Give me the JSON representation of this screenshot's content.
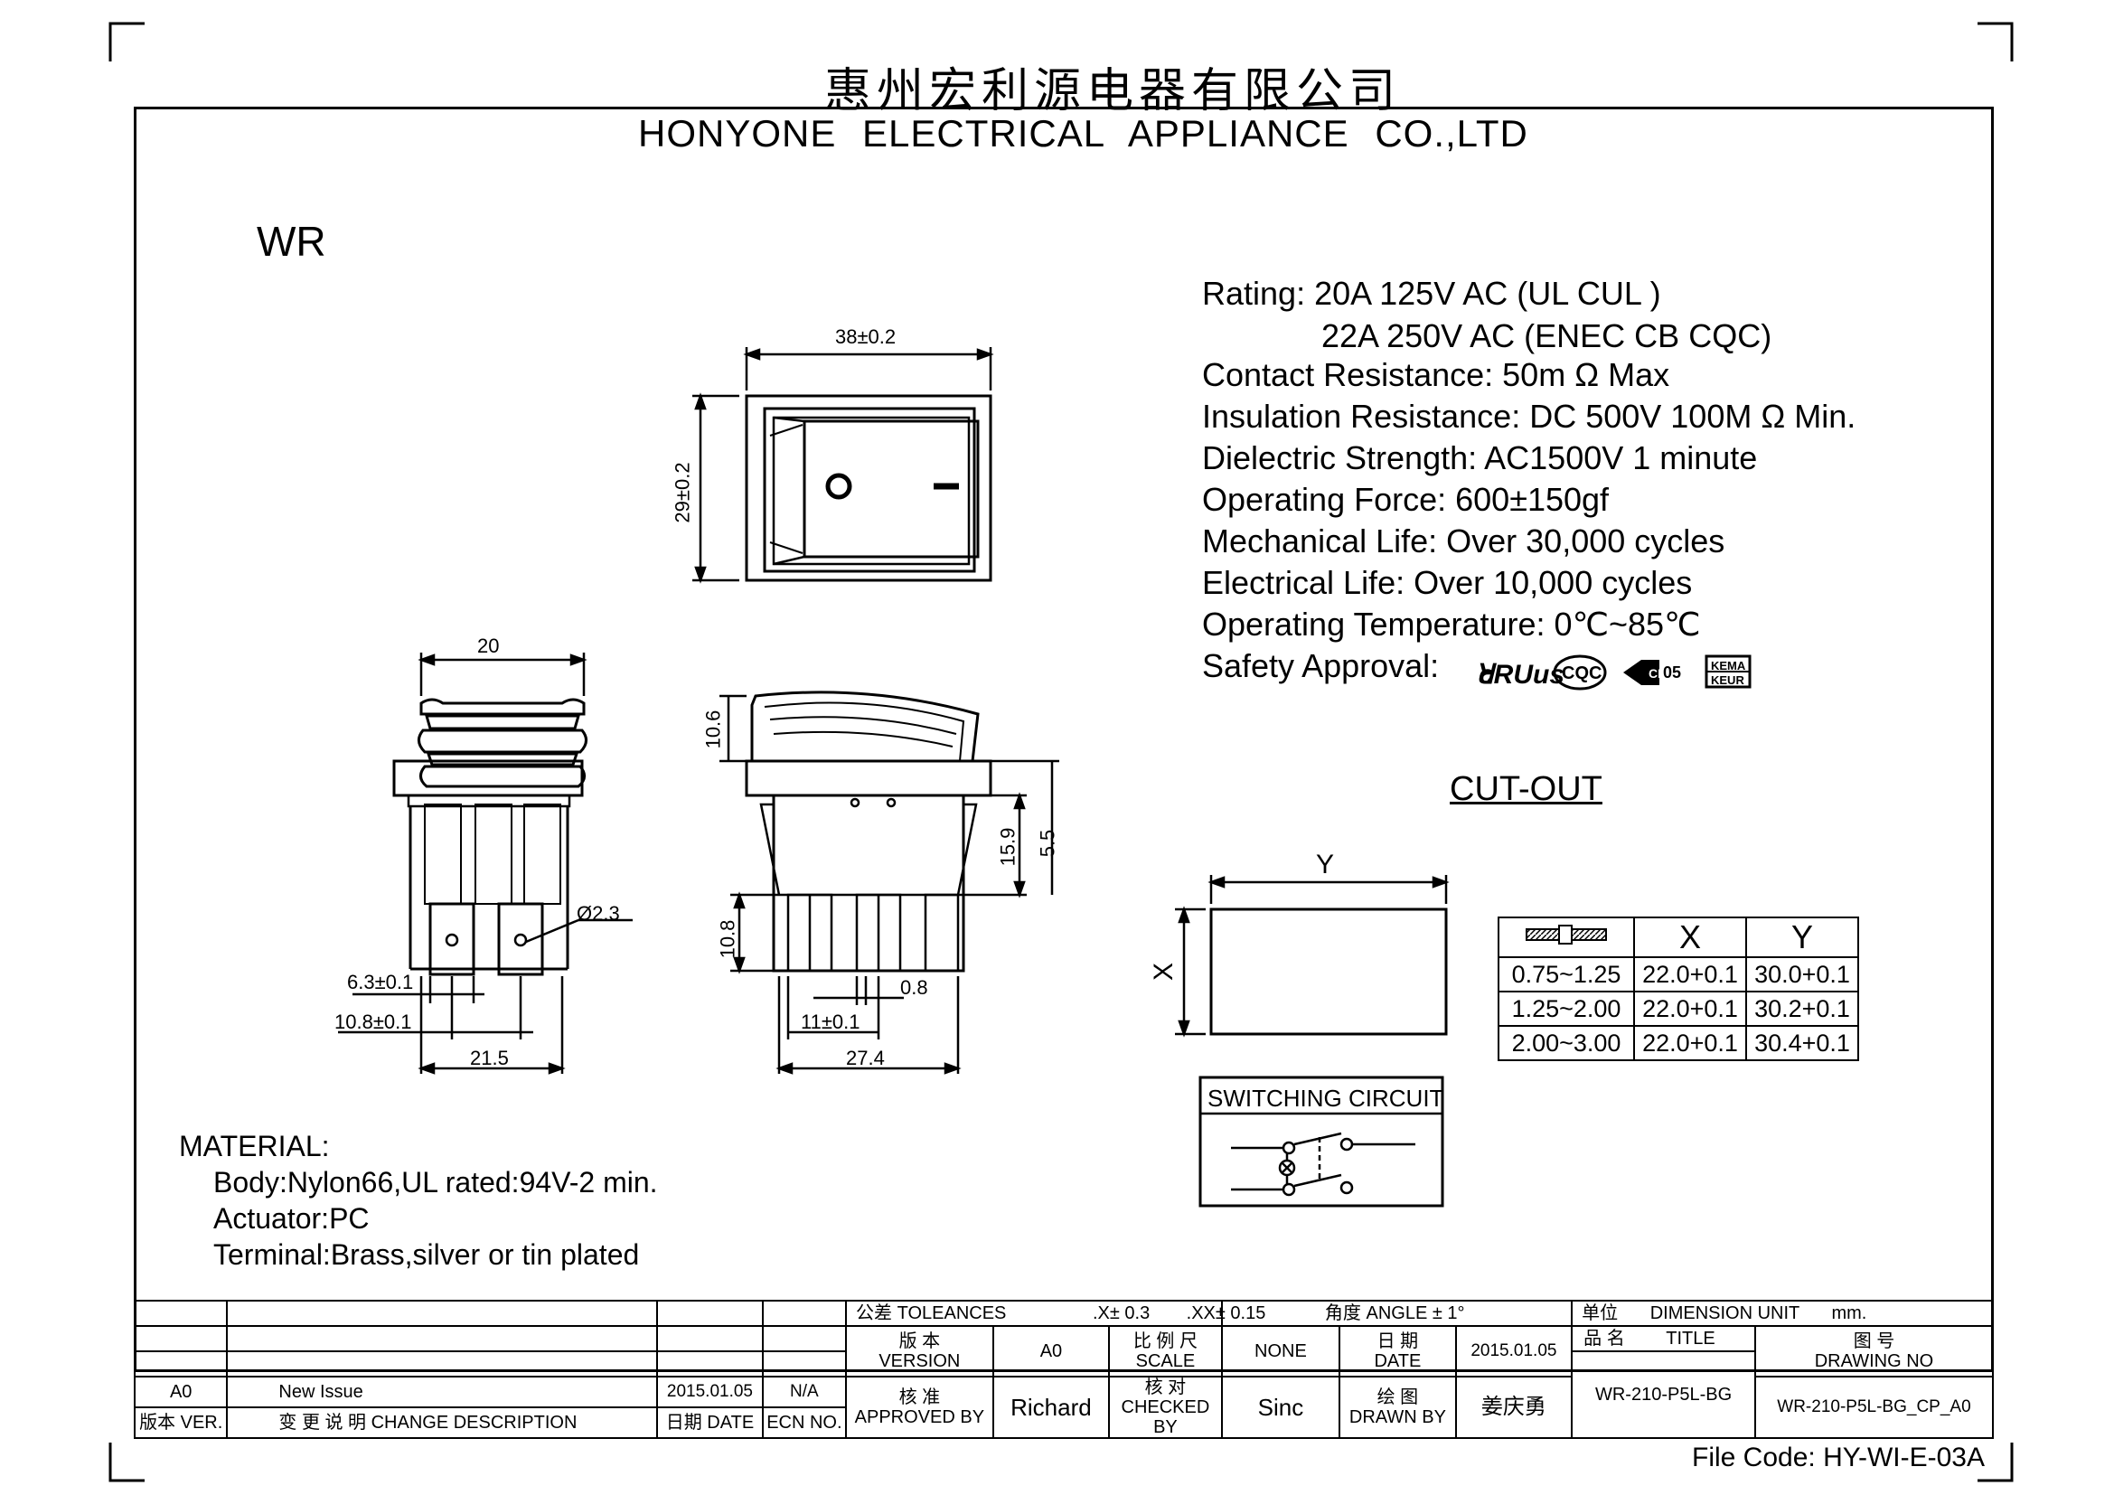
{
  "header": {
    "company_cn": "惠州宏利源电器有限公司",
    "company_en": "HONYONE ELECTRICAL APPLIANCE CO.,LTD",
    "series": "WR"
  },
  "specs": [
    "Rating: 20A 125V AC (UL  CUL  )",
    "22A 250V AC (ENEC CB CQC)",
    "Contact Resistance: 50m Ω Max",
    "Insulation Resistance: DC 500V 100M Ω  Min.",
    "Dielectric Strength: AC1500V 1 minute",
    "Operating Force: 600±150gf",
    "Mechanical Life: Over 30,000 cycles",
    "Electrical Life: Over 10,000 cycles",
    "Operating Temperature: 0℃~85℃",
    "Safety Approval:"
  ],
  "approval_marks": [
    "cULus-mark",
    "CQC-mark",
    "CE-mark",
    "KEMA-KEUR-mark"
  ],
  "approval_text": {
    "ul": "cRUus",
    "cqc": "CQC",
    "ce": "05",
    "kema_top": "KEMA",
    "kema_bottom": "KEUR"
  },
  "dimensions": {
    "front_width": "38±0.2",
    "front_height": "29±0.2",
    "side_width_top": "20",
    "terminal_hole": "Ø2.3",
    "terminal_width": "6.3±0.1",
    "terminal_pitch": "10.8±0.1",
    "side_base": "21.5",
    "rocker_height": "10.6",
    "body_height": "15.9",
    "clip_height": "5.5",
    "terminal_length": "10.8",
    "terminal_thickness": "0.8",
    "terminal_spacing": "11±0.1",
    "body_width": "27.4"
  },
  "cutout": {
    "title": "CUT-OUT",
    "label_x": "X",
    "label_y": "Y",
    "table_headers": [
      "X",
      "Y"
    ],
    "rows": [
      [
        "0.75~1.25",
        "22.0+0.1",
        "30.0+0.1"
      ],
      [
        "1.25~2.00",
        "22.0+0.1",
        "30.2+0.1"
      ],
      [
        "2.00~3.00",
        "22.0+0.1",
        "30.4+0.1"
      ]
    ]
  },
  "circuit": {
    "title": "SWITCHING CIRCUIT"
  },
  "material": {
    "title": "MATERIAL:",
    "lines": [
      "Body:Nylon66,UL rated:94V-2 min.",
      "Actuator:PC",
      "Terminal:Brass,silver or tin plated"
    ]
  },
  "title_block": {
    "tol_label": "公差 TOLEANCES",
    "tol_x": ".X± 0.3",
    "tol_xx": ".XX± 0.15",
    "tol_angle": "角度 ANGLE ± 1°",
    "unit_cn": "单位",
    "unit_label": "DIMENSION UNIT",
    "unit_value": "mm.",
    "version_cn": "版 本",
    "version_en": "VERSION",
    "version_value": "A0",
    "scale_cn": "比 例 尺",
    "scale_en": "SCALE",
    "scale_value": "NONE",
    "date_cn": "日 期",
    "date_en": "DATE",
    "date_value": "2015.01.05",
    "title_cn": "品 名",
    "title_en": "TITLE",
    "drawing_cn": "图 号",
    "drawing_en": "DRAWING NO",
    "rev_version": "A0",
    "rev_desc": "New Issue",
    "rev_date": "2015.01.05",
    "rev_ecn": "N/A",
    "approved_cn": "核 准",
    "approved_en": "APPROVED BY",
    "approved_value": "Richard",
    "checked_cn": "核 对",
    "checked_en": "CHECKED BY",
    "checked_value": "Sinc",
    "drawn_cn": "绘 图",
    "drawn_en": "DRAWN BY",
    "drawn_value": "姜庆勇",
    "part_title": "WR-210-P5L-BG",
    "drawing_no": "WR-210-P5L-BG_CP_A0",
    "hdr_version": "版本 VER.",
    "hdr_change": "变 更 说 明  CHANGE DESCRIPTION",
    "hdr_date": "日期 DATE",
    "hdr_ecn": "ECN NO."
  },
  "file_code": "File Code: HY-WI-E-03A"
}
